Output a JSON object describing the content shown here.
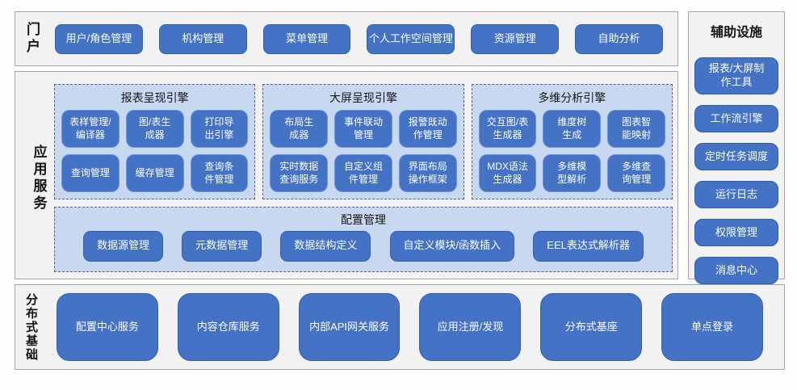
{
  "colors": {
    "accent_blue": "#4472c4",
    "light_blue_container": "#c9d8f1",
    "section_bg": "#f2f2f2",
    "section_border": "#a6a6a6",
    "text_on_blue": "#ffffff"
  },
  "portal": {
    "label": "门户",
    "buttons": [
      "用户/角色管理",
      "机构管理",
      "菜单管理",
      "个人工作空间管理",
      "资源管理",
      "自助分析"
    ]
  },
  "app_services": {
    "label": "应用服务",
    "engines": [
      {
        "title": "报表呈现引擎",
        "buttons": [
          "表样管理/\n编译器",
          "图/表生\n成器",
          "打印导\n出引擎",
          "查询管理",
          "缓存管理",
          "查询条\n件管理"
        ]
      },
      {
        "title": "大屏呈现引擎",
        "buttons": [
          "布局生\n成器",
          "事件联动\n管理",
          "报警既动\n作管理",
          "实时数据\n查询服务",
          "自定义组\n件管理",
          "界面布局\n操作框架"
        ]
      },
      {
        "title": "多维分析引擎",
        "buttons": [
          "交互图/表\n生成器",
          "维度树\n生成",
          "图表智\n能映射",
          "MDX语法\n生成器",
          "多维模\n型解析",
          "多维查\n询管理"
        ]
      }
    ],
    "config": {
      "title": "配置管理",
      "buttons": [
        "数据源管理",
        "元数据管理",
        "数据结构定义",
        "自定义模块/函数插入",
        "EEL表达式解析器"
      ]
    }
  },
  "aux": {
    "title": "辅助设施",
    "buttons": [
      "报表/大屏制\n作工具",
      "工作流引擎",
      "定时任务调度",
      "运行日志",
      "权限管理",
      "消息中心"
    ]
  },
  "distributed": {
    "label": "分布式基础",
    "buttons": [
      "配置中心服务",
      "内容仓库服务",
      "内部API网关服务",
      "应用注册/发现",
      "分布式基座",
      "单点登录"
    ]
  }
}
